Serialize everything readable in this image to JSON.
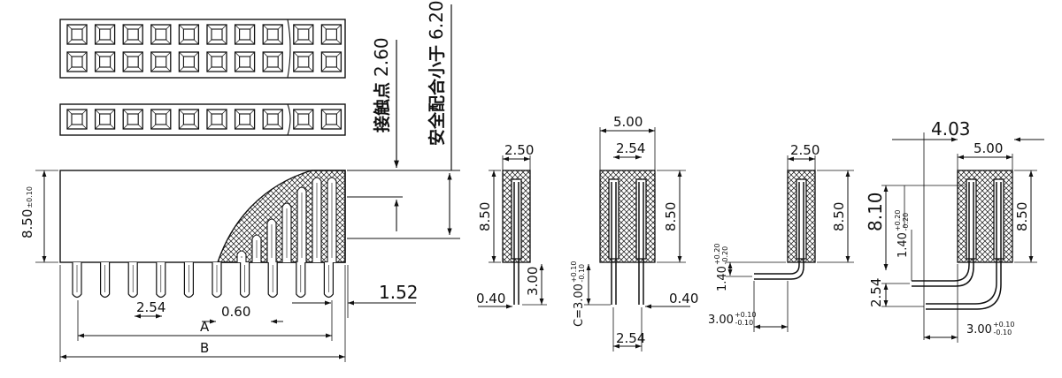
{
  "callouts": {
    "contact_point": "接触点",
    "contact_point_value": "2.60",
    "safe_mating": "安全配合小于",
    "safe_mating_value": "6.20"
  },
  "front_view": {
    "height": "8.50",
    "height_tol": "±0.10",
    "pitch": "2.54",
    "pin_width": "0.60",
    "pin_tail": "1.52",
    "dim_a": "A",
    "dim_b": "B"
  },
  "section_1": {
    "width": "2.50",
    "height": "8.50",
    "tail": "3.00",
    "pin": "0.40"
  },
  "section_2": {
    "width": "5.00",
    "pitch": "2.54",
    "height": "8.50",
    "tail_label": "C=3.00",
    "tail_tol_plus": "+0.10",
    "tail_tol_minus": "-0.10",
    "pin": "0.40",
    "row_pitch": "2.54"
  },
  "section_3": {
    "width": "2.50",
    "height": "8.50",
    "bend": "1.40",
    "bend_tol_plus": "+0.20",
    "bend_tol_minus": "-0.20",
    "tail": "3.00",
    "tail_tol_plus": "+0.10",
    "tail_tol_minus": "-0.10"
  },
  "section_4": {
    "offset": "4.03",
    "width": "5.00",
    "height": "8.10",
    "height_right": "8.50",
    "bend": "1.40",
    "bend_tol_plus": "+0.20",
    "bend_tol_minus": "-0.20",
    "row_pitch": "2.54",
    "tail": "3.00",
    "tail_tol_plus": "+0.10",
    "tail_tol_minus": "-0.10"
  }
}
